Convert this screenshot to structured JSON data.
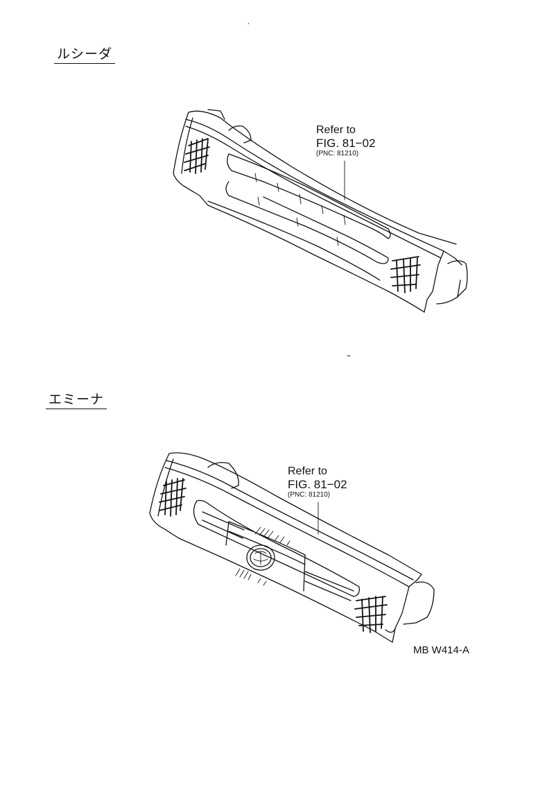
{
  "sections": [
    {
      "label": "ルシーダ",
      "callout": {
        "line1": "Refer to",
        "line2": "FIG. 81−02",
        "line3": "(PNC: 81210)"
      }
    },
    {
      "label": "エミーナ",
      "callout": {
        "line1": "Refer to",
        "line2": "FIG. 81−02",
        "line3": "(PNC: 81210)"
      }
    }
  ],
  "diagram_code": "MB W414-A",
  "colors": {
    "ink": "#111111",
    "paper": "#ffffff"
  }
}
